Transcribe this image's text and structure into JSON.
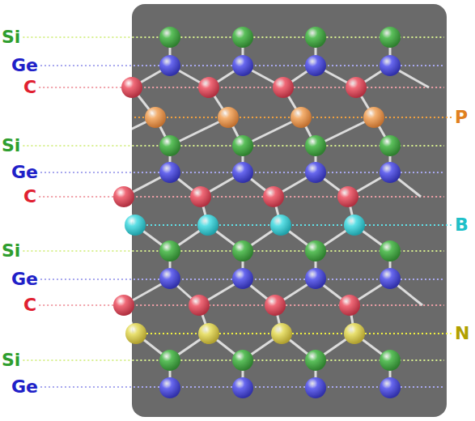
{
  "diagram": {
    "labels": [
      "Si",
      "Ge",
      "C",
      "P",
      "Si",
      "Ge",
      "C",
      "B",
      "Si",
      "Ge",
      "C",
      "N",
      "Si",
      "Ge"
    ]
  }
}
